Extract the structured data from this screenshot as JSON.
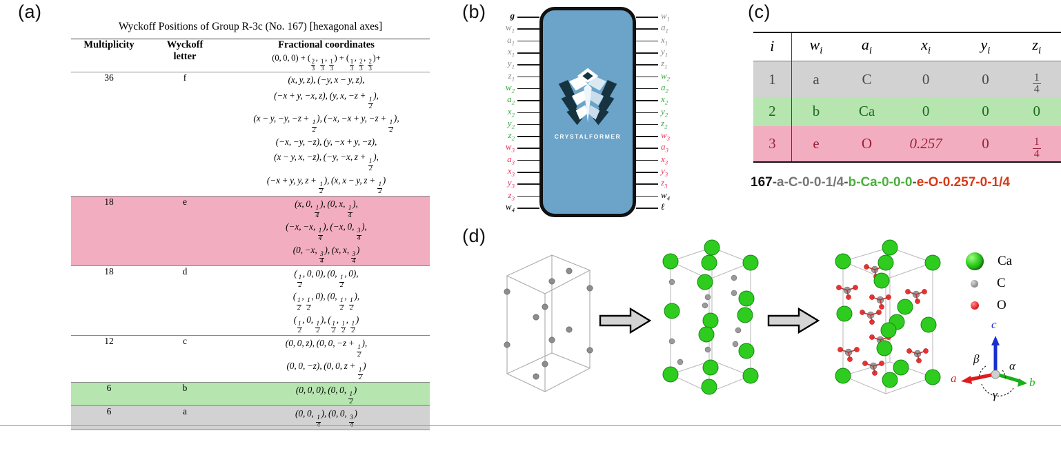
{
  "panels": {
    "a": {
      "tag": "(a)",
      "caption": "Wyckoff Positions of Group R-3c (No. 167) [hexagonal axes]",
      "headers": {
        "multiplicity": "Multiplicity",
        "wyckoff_letter_line1": "Wyckoff",
        "wyckoff_letter_line2": "letter",
        "coordinates": "Fractional coordinates",
        "coordinates_sub": "(0,0,0) + (2/3,1/3,1/3) + (1/3,2/3,2/3)+"
      },
      "rows": [
        {
          "multiplicity": "36",
          "letter": "f",
          "highlight": "none",
          "coord_lines": [
            "(x, y, z), (−y, x − y, z),",
            "(−x + y, −x, z), (y, x, −z + 1/2),",
            "(x − y, −y, −z + 1/2), (−x, −x + y, −z + 1/2),",
            "(−x, −y, −z), (y, −x + y, −z),",
            "(x − y, x, −z), (−y, −x, z + 1/2),",
            "(−x + y, y, z + 1/2), (x, x − y, z + 1/2)"
          ]
        },
        {
          "multiplicity": "18",
          "letter": "e",
          "highlight": "pink",
          "coord_lines": [
            "(x, 0, 1/4), (0, x, 1/4),",
            "(−x, −x, 1/4), (−x, 0, 3/4),",
            "(0, −x, 3/4), (x, x, 3/4)"
          ]
        },
        {
          "multiplicity": "18",
          "letter": "d",
          "highlight": "none",
          "coord_lines": [
            "(1/2, 0, 0), (0, 1/2, 0),",
            "(1/2, 1/2, 0), (0, 1/2, 1/2),",
            "(1/2, 0, 1/2), (1/2, 1/2, 1/2)"
          ]
        },
        {
          "multiplicity": "12",
          "letter": "c",
          "highlight": "none",
          "coord_lines": [
            "(0, 0, z), (0, 0, −z + 1/2),",
            "(0, 0, −z), (0, 0, z + 1/2)"
          ]
        },
        {
          "multiplicity": "6",
          "letter": "b",
          "highlight": "green",
          "coord_lines": [
            "(0, 0, 0), (0, 0, 1/2)"
          ]
        },
        {
          "multiplicity": "6",
          "letter": "a",
          "highlight": "gray",
          "coord_lines": [
            "(0, 0, 1/4), (0, 0, 3/4)"
          ]
        }
      ]
    },
    "b": {
      "tag": "(b)",
      "model_name": "CRYSTALFORMER",
      "input_tokens": [
        {
          "base": "g",
          "sub": "",
          "color": "black",
          "bold": true
        },
        {
          "base": "w",
          "sub": "1",
          "color": "gray",
          "bold": false
        },
        {
          "base": "a",
          "sub": "1",
          "color": "gray",
          "bold": false
        },
        {
          "base": "x",
          "sub": "1",
          "color": "gray",
          "bold": false
        },
        {
          "base": "y",
          "sub": "1",
          "color": "gray",
          "bold": false
        },
        {
          "base": "z",
          "sub": "1",
          "color": "gray",
          "bold": false
        },
        {
          "base": "w",
          "sub": "2",
          "color": "green",
          "bold": false
        },
        {
          "base": "a",
          "sub": "2",
          "color": "green",
          "bold": false
        },
        {
          "base": "x",
          "sub": "2",
          "color": "green",
          "bold": false
        },
        {
          "base": "y",
          "sub": "2",
          "color": "green",
          "bold": false
        },
        {
          "base": "z",
          "sub": "2",
          "color": "green",
          "bold": false
        },
        {
          "base": "w",
          "sub": "3",
          "color": "red",
          "bold": false
        },
        {
          "base": "a",
          "sub": "3",
          "color": "red",
          "bold": false
        },
        {
          "base": "x",
          "sub": "3",
          "color": "red",
          "bold": false
        },
        {
          "base": "y",
          "sub": "3",
          "color": "red",
          "bold": false
        },
        {
          "base": "z",
          "sub": "3",
          "color": "red",
          "bold": false
        },
        {
          "base": "w",
          "sub": "4",
          "color": "black",
          "bold": false
        }
      ],
      "output_tokens": [
        {
          "base": "w",
          "sub": "1",
          "color": "gray",
          "bold": false
        },
        {
          "base": "a",
          "sub": "1",
          "color": "gray",
          "bold": false
        },
        {
          "base": "x",
          "sub": "1",
          "color": "gray",
          "bold": false
        },
        {
          "base": "y",
          "sub": "1",
          "color": "gray",
          "bold": false
        },
        {
          "base": "z",
          "sub": "1",
          "color": "gray",
          "bold": false
        },
        {
          "base": "w",
          "sub": "2",
          "color": "green",
          "bold": false
        },
        {
          "base": "a",
          "sub": "2",
          "color": "green",
          "bold": false
        },
        {
          "base": "x",
          "sub": "2",
          "color": "green",
          "bold": false
        },
        {
          "base": "y",
          "sub": "2",
          "color": "green",
          "bold": false
        },
        {
          "base": "z",
          "sub": "2",
          "color": "green",
          "bold": false
        },
        {
          "base": "w",
          "sub": "3",
          "color": "red",
          "bold": false
        },
        {
          "base": "a",
          "sub": "3",
          "color": "red",
          "bold": false
        },
        {
          "base": "x",
          "sub": "3",
          "color": "red",
          "bold": false
        },
        {
          "base": "y",
          "sub": "3",
          "color": "red",
          "bold": false
        },
        {
          "base": "z",
          "sub": "3",
          "color": "red",
          "bold": false
        },
        {
          "base": "w",
          "sub": "4",
          "color": "black",
          "bold": false
        },
        {
          "base": "ℓ",
          "sub": "",
          "color": "black",
          "bold": true
        }
      ]
    },
    "c": {
      "tag": "(c)",
      "headers": [
        "i",
        "w",
        "a",
        "x",
        "y",
        "z"
      ],
      "header_sub": "i",
      "rows": [
        {
          "i": "1",
          "w": "a",
          "a": "C",
          "x": "0",
          "y": "0",
          "z": "1/4",
          "highlight": "gray"
        },
        {
          "i": "2",
          "w": "b",
          "a": "Ca",
          "x": "0",
          "y": "0",
          "z": "0",
          "highlight": "green"
        },
        {
          "i": "3",
          "w": "e",
          "a": "O",
          "x": "0.257",
          "y": "0",
          "z": "1/4",
          "highlight": "pink"
        }
      ],
      "sequence": [
        {
          "text": "167",
          "color": "black"
        },
        {
          "text": "-",
          "color": "dash"
        },
        {
          "text": "a-C-0-0-1/4",
          "color": "gray"
        },
        {
          "text": "-",
          "color": "dash"
        },
        {
          "text": "b-Ca-0-0-0",
          "color": "green"
        },
        {
          "text": "-",
          "color": "dash"
        },
        {
          "text": "e-O-0.257-0-1/4",
          "color": "red"
        }
      ],
      "sequence_plain": "167-a-C-0-0-1/4-b-Ca-0-0-0-e-O-0.257-0-1/4"
    },
    "d": {
      "tag": "(d)",
      "legend": [
        {
          "symbol": "Ca",
          "species": "calcium"
        },
        {
          "symbol": "C",
          "species": "carbon"
        },
        {
          "symbol": "O",
          "species": "oxygen"
        }
      ],
      "axes": {
        "a": "a",
        "b": "b",
        "c": "c",
        "alpha": "α",
        "beta": "β",
        "gamma": "γ"
      },
      "stage_labels": [
        "lattice-only",
        "lattice-with-ca",
        "full-structure"
      ]
    }
  },
  "colors": {
    "pink": "#f2aec0",
    "green": "#b6e5b0",
    "gray": "#d2d2d2",
    "panel_blue": "#6ba3c9",
    "token_green": "#3aa843",
    "token_red": "#e8365f",
    "token_gray": "#8c8c8c",
    "ca_green": "#2ecc1f",
    "o_red": "#e33333",
    "c_gray": "#9a9a9a",
    "axis_a": "#e11b1b",
    "axis_b": "#18b018",
    "axis_c": "#1a2fd0"
  }
}
